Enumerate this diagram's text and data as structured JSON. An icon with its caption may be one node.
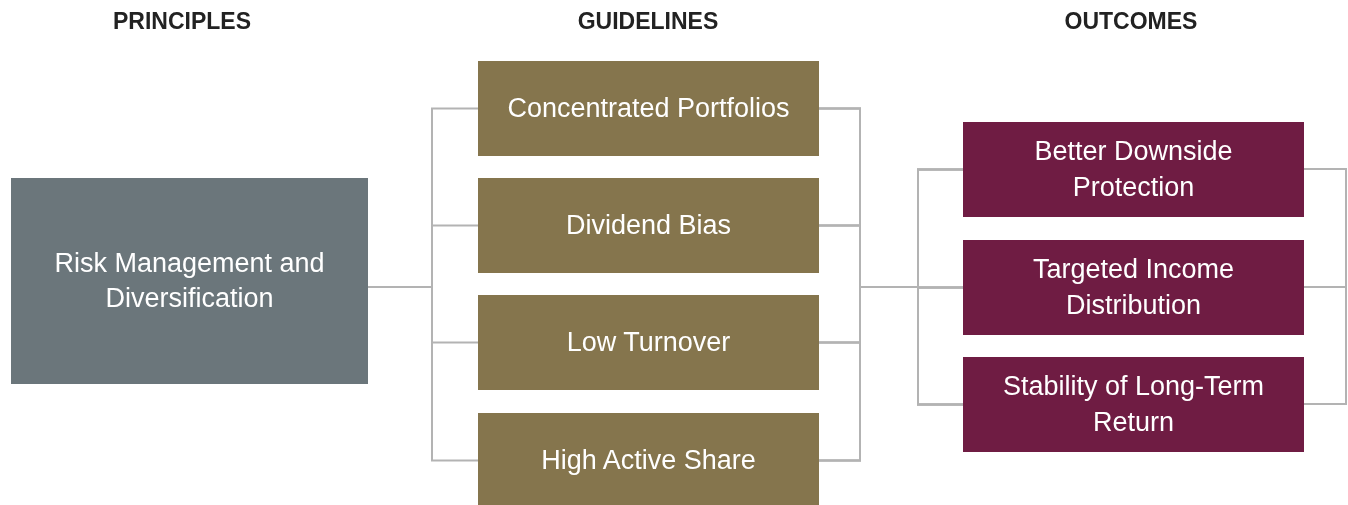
{
  "diagram": {
    "nodes": [
      {
        "text": [
          "Risk Management and Diversification"
        ]
      },
      {
        "text": [
          "Concentrated Portfolios"
        ]
      },
      {
        "text": [
          "Dividend Bias"
        ]
      },
      {
        "text": [
          "Low Turnover"
        ]
      },
      {
        "text": [
          "High Active Share"
        ]
      },
      {
        "text": [
          "Better Downside Protection"
        ]
      },
      {
        "text": [
          "Targeted Income Distribution"
        ]
      },
      {
        "text": [
          "Stability of Long-Term Return"
        ]
      }
    ],
    "edges": [
      {
        "from": 0,
        "to": 1,
        "arrow": "none"
      },
      {
        "from": 0,
        "to": 2,
        "arrow": "none"
      },
      {
        "from": 0,
        "to": 3,
        "arrow": "none"
      },
      {
        "from": 0,
        "to": 4,
        "arrow": "none"
      },
      {
        "from": 1,
        "to": 5,
        "arrow": "none"
      },
      {
        "from": 1,
        "to": 6,
        "arrow": "none"
      },
      {
        "from": 1,
        "to": 7,
        "arrow": "none"
      },
      {
        "from": 2,
        "to": 5,
        "arrow": "none"
      },
      {
        "from": 2,
        "to": 6,
        "arrow": "none"
      },
      {
        "from": 2,
        "to": 7,
        "arrow": "none"
      },
      {
        "from": 3,
        "to": 5,
        "arrow": "none"
      },
      {
        "from": 3,
        "to": 6,
        "arrow": "none"
      },
      {
        "from": 3,
        "to": 7,
        "arrow": "none"
      },
      {
        "from": 4,
        "to": 5,
        "arrow": "none"
      },
      {
        "from": 4,
        "to": 6,
        "arrow": "none"
      },
      {
        "from": 4,
        "to": 7,
        "arrow": "none"
      }
    ],
    "labels": [
      "PRINCIPLES",
      "GUIDELINES",
      "OUTCOMES"
    ]
  }
}
